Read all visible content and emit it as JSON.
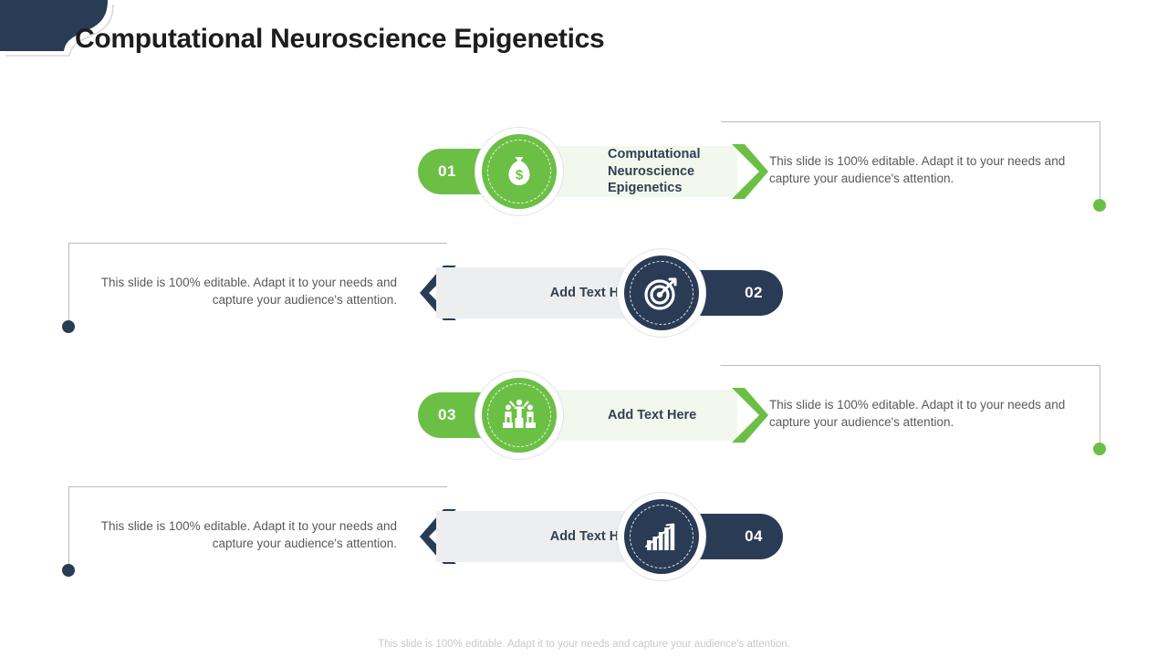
{
  "slide": {
    "title": "Computational Neuroscience Epigenetics",
    "footer_note": "This slide is 100% editable. Adapt it to your needs and capture your audience's attention.",
    "colors": {
      "green": "#6cbf45",
      "green_pale": "#f2f8ee",
      "navy": "#2a3b55",
      "gray_pale": "#eceef0",
      "body_text": "#58595b",
      "title_text": "#1d1d1d",
      "connector_line": "#bcbcbc"
    }
  },
  "items": [
    {
      "number": "01",
      "label": "Computational\nNeuroscience Epigenetics",
      "label_line1": "Computational",
      "label_line2": "Neuroscience Epigenetics",
      "description": "This slide is 100% editable. Adapt it to your needs and capture your audience's attention.",
      "icon": "money-bag-icon",
      "accent": "green",
      "side": "right"
    },
    {
      "number": "02",
      "label": "Add Text Here",
      "label_line1": "Add Text Here",
      "label_line2": "",
      "description": "This slide is 100% editable. Adapt it to your needs and capture your audience's attention.",
      "icon": "target-dart-icon",
      "accent": "navy",
      "side": "left"
    },
    {
      "number": "03",
      "label": "Add Text Here",
      "label_line1": "Add Text Here",
      "label_line2": "",
      "description": "This slide is 100% editable. Adapt it to your needs and capture your audience's attention.",
      "icon": "podium-team-icon",
      "accent": "green",
      "side": "right"
    },
    {
      "number": "04",
      "label": "Add Text Here",
      "label_line1": "Add Text Here",
      "label_line2": "",
      "description": "This slide is 100% editable. Adapt it to your needs and capture your audience's attention.",
      "icon": "bar-chart-growth-icon",
      "accent": "navy",
      "side": "left"
    }
  ]
}
